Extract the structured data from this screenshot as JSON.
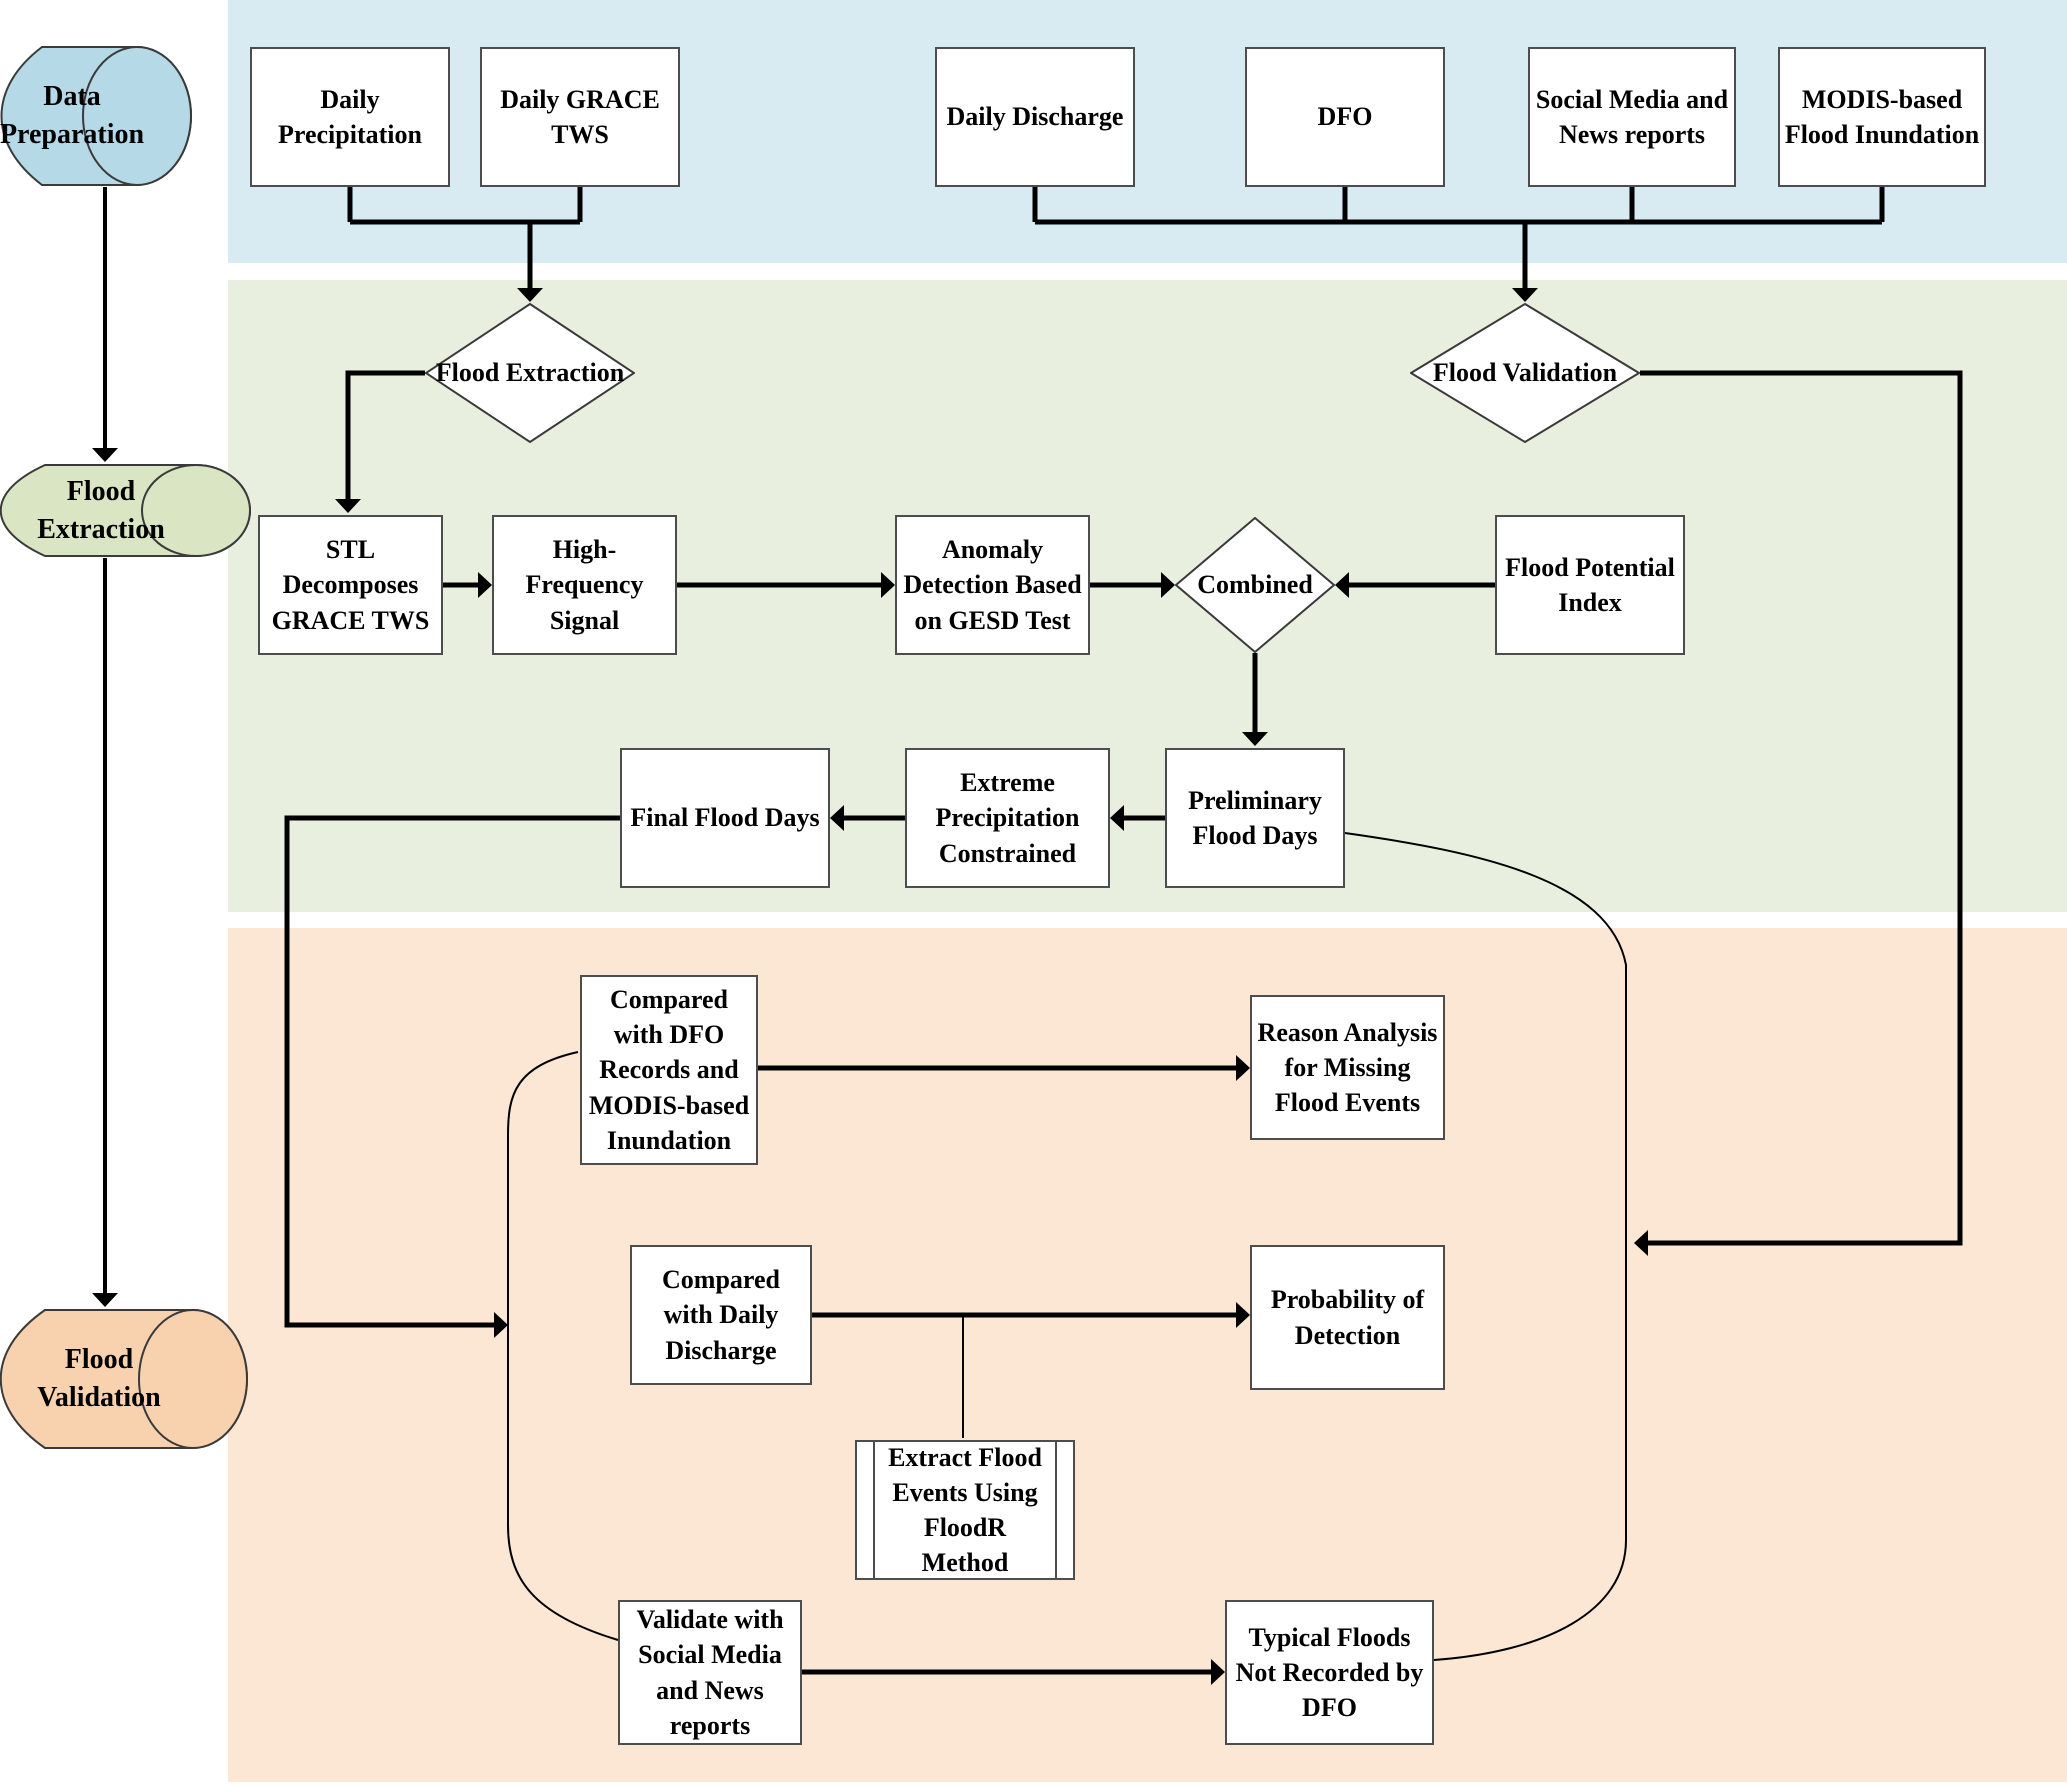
{
  "palette": {
    "band_blue": "#d8eaf2",
    "band_green": "#e9efde",
    "band_orange": "#fbe7d3",
    "cylinder_blue": "#b5d9e6",
    "cylinder_green": "#d9e5c3",
    "cylinder_orange": "#f8d2ae",
    "box_border": "#4d4d4d",
    "line": "#000000"
  },
  "stages": {
    "data_preparation": "Data Preparation",
    "flood_extraction": "Flood Extraction",
    "flood_validation": "Flood Validation"
  },
  "sources": {
    "daily_precipitation": "Daily Precipitation",
    "daily_grace_tws": "Daily GRACE TWS",
    "daily_discharge": "Daily Discharge",
    "dfo": "DFO",
    "social_media": "Social Media and News reports",
    "modis": "MODIS-based Flood Inundation"
  },
  "decisions": {
    "flood_extraction": "Flood Extraction",
    "flood_validation": "Flood Validation",
    "combined": "Combined"
  },
  "extraction": {
    "stl": "STL Decomposes GRACE TWS",
    "high_freq": "High-Frequency Signal",
    "anomaly": "Anomaly Detection Based on GESD Test",
    "flood_potential_index": "Flood Potential Index",
    "final_flood_days": "Final Flood Days",
    "extreme_precip": "Extreme Precipitation Constrained",
    "preliminary_days": "Preliminary Flood Days"
  },
  "validation": {
    "compare_dfo_modis": "Compared with DFO Records and MODIS-based Inundation",
    "reason_analysis": "Reason Analysis for Missing Flood Events",
    "compare_discharge": "Compared with Daily Discharge",
    "probability_detection": "Probability of Detection",
    "floodr": "Extract Flood Events Using FloodR Method",
    "validate_social": "Validate with Social Media and News reports",
    "typical_floods": "Typical Floods Not Recorded by DFO"
  }
}
